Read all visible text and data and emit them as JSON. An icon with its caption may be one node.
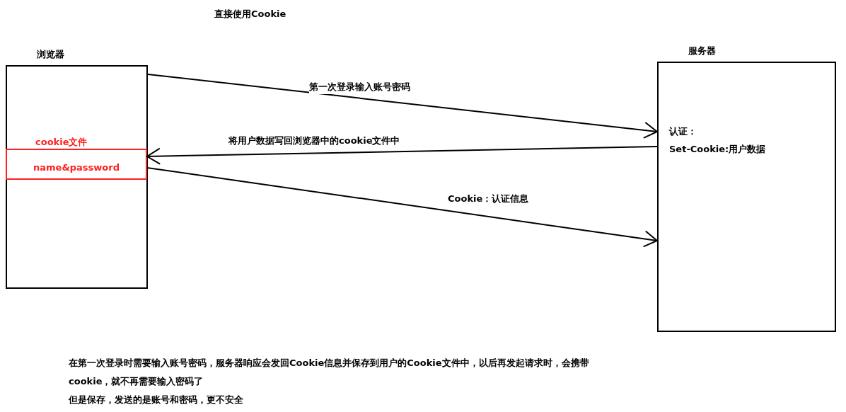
{
  "diagram": {
    "title": "直接使用Cookie",
    "nodes": [
      {
        "text": [
          "浏览器"
        ]
      },
      {
        "text": [
          "cookie文件",
          "name&password"
        ],
        "in": 0
      },
      {
        "text": [
          "服务器",
          "认证：",
          "Set-Cookie:用户数据"
        ]
      }
    ],
    "edges": [
      {
        "from": 0,
        "to": 2,
        "arrow": "to",
        "label": "第一次登录输入账号密码"
      },
      {
        "from": 2,
        "to": 1,
        "arrow": "to",
        "label": "将用户数据写回浏览器中的cookie文件中"
      },
      {
        "from": 1,
        "to": 2,
        "arrow": "to",
        "label": "Cookie：认证信息"
      }
    ],
    "labels": [
      "在第一次登录时需要输入账号密码，服务器响应会发回Cookie信息并保存到用户的Cookie文件中，以后再发起请求时，会携带cookie，就不再需要输入密码了",
      "但是保存，发送的是账号和密码，更不安全"
    ]
  }
}
